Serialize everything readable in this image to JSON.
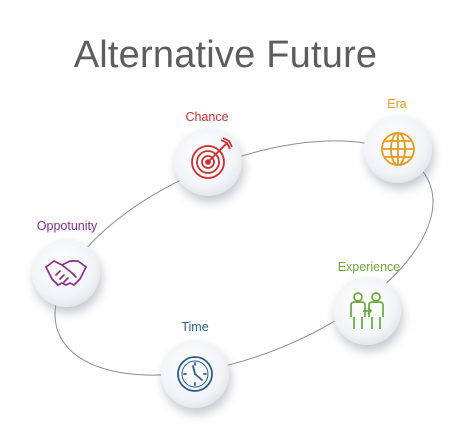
{
  "title": "Alternative Future",
  "nodes": [
    {
      "id": "chance",
      "label": "Chance",
      "icon": "target-icon",
      "color": "#cf2e2e"
    },
    {
      "id": "era",
      "label": "Era",
      "icon": "globe-icon",
      "color": "#e59a1c"
    },
    {
      "id": "opportunity",
      "label": "Oppotunity",
      "icon": "handshake-icon",
      "color": "#8a2d8a"
    },
    {
      "id": "experience",
      "label": "Experience",
      "icon": "two-people-exchange-icon",
      "color": "#6aa83a"
    },
    {
      "id": "time",
      "label": "Time",
      "icon": "clock-icon",
      "color": "#2a5d8f"
    }
  ]
}
